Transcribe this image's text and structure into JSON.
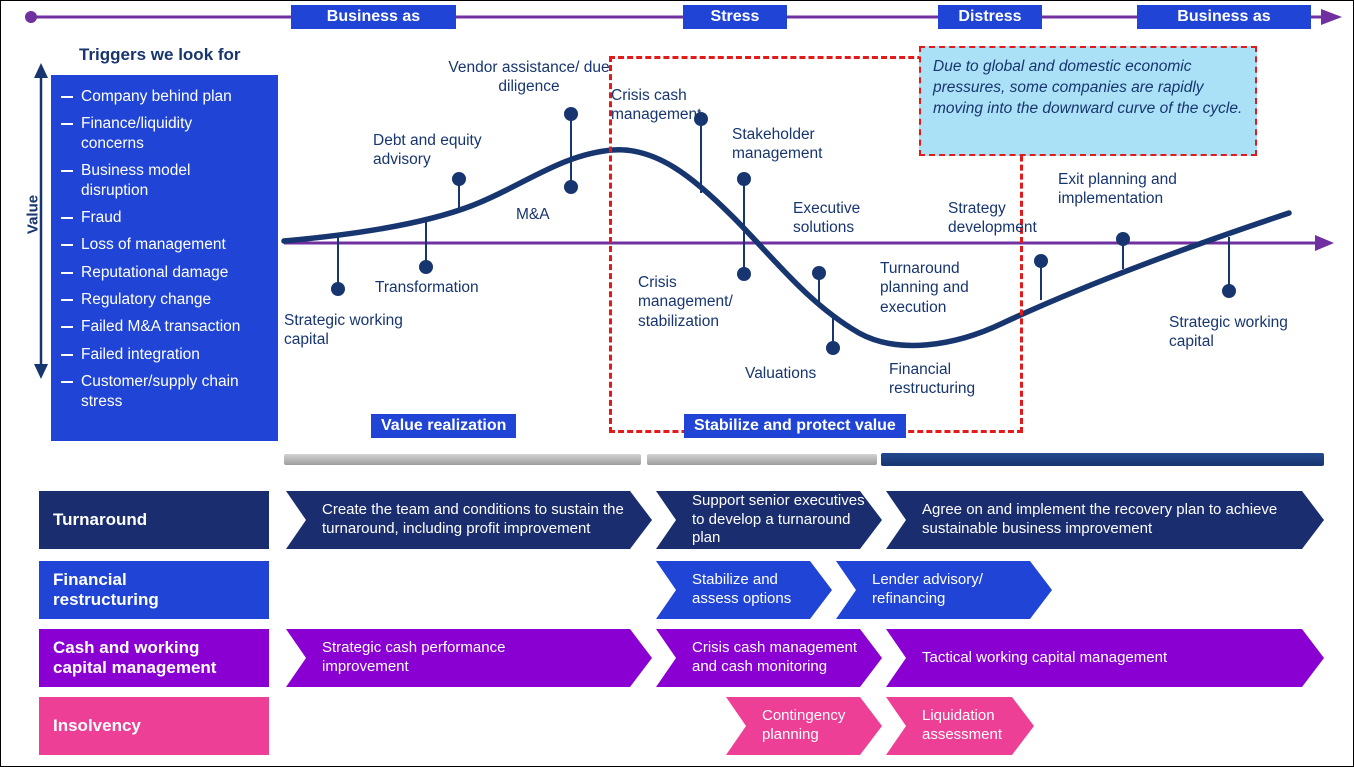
{
  "colors": {
    "navy": "#17356f",
    "lane_navy": "#1a2d6e",
    "blue": "#2045d6",
    "purple": "#8a00d2",
    "axis_purple": "#7030a0",
    "pink": "#ee3f97",
    "callout_bg": "#abe1f6",
    "red": "#e21a1a",
    "gray": "#b0b0b0"
  },
  "timeline": {
    "phases": [
      {
        "label": "Business as"
      },
      {
        "label": "Stress"
      },
      {
        "label": "Distress"
      },
      {
        "label": "Business as"
      }
    ]
  },
  "triggers": {
    "title": "Triggers we look for",
    "axis_label": "Value",
    "items": [
      "Company behind plan",
      "Finance/liquidity concerns",
      "Business model disruption",
      "Fraud",
      "Loss of management",
      "Reputational damage",
      "Regulatory change",
      "Failed M&A transaction",
      "Failed integration",
      "Customer/supply chain stress"
    ]
  },
  "markers": [
    {
      "label": "Strategic working capital"
    },
    {
      "label": "Transformation"
    },
    {
      "label": "Debt and equity advisory"
    },
    {
      "label": "Vendor assistance/ due diligence"
    },
    {
      "label": "M&A"
    },
    {
      "label": "Crisis cash management"
    },
    {
      "label": "Stakeholder management"
    },
    {
      "label": "Crisis management/ stabilization"
    },
    {
      "label": "Executive solutions"
    },
    {
      "label": "Valuations"
    },
    {
      "label": "Turnaround planning and execution"
    },
    {
      "label": "Financial restructuring"
    },
    {
      "label": "Strategy development"
    },
    {
      "label": "Exit planning and implementation"
    },
    {
      "label": "Strategic working capital"
    }
  ],
  "callout": {
    "text": "Due to global and domestic economic pressures, some companies are rapidly moving into the downward curve of the cycle."
  },
  "stage_labels": {
    "value_realization": "Value realization",
    "stabilize": "Stabilize and protect value"
  },
  "swimlanes": [
    {
      "name": "Turnaround",
      "steps": [
        "Create the team and conditions to sustain the turnaround, including profit improvement",
        "Support senior executives to develop a turnaround plan",
        "Agree on and implement the recovery plan to achieve sustainable business improvement"
      ]
    },
    {
      "name": "Financial restructuring",
      "steps": [
        "Stabilize and assess options",
        "Lender advisory/ refinancing"
      ]
    },
    {
      "name": "Cash and working capital management",
      "steps": [
        "Strategic cash performance improvement",
        "Crisis cash management and cash monitoring",
        "Tactical working capital management"
      ]
    },
    {
      "name": "Insolvency",
      "steps": [
        "Contingency planning",
        "Liquidation assessment"
      ]
    }
  ]
}
